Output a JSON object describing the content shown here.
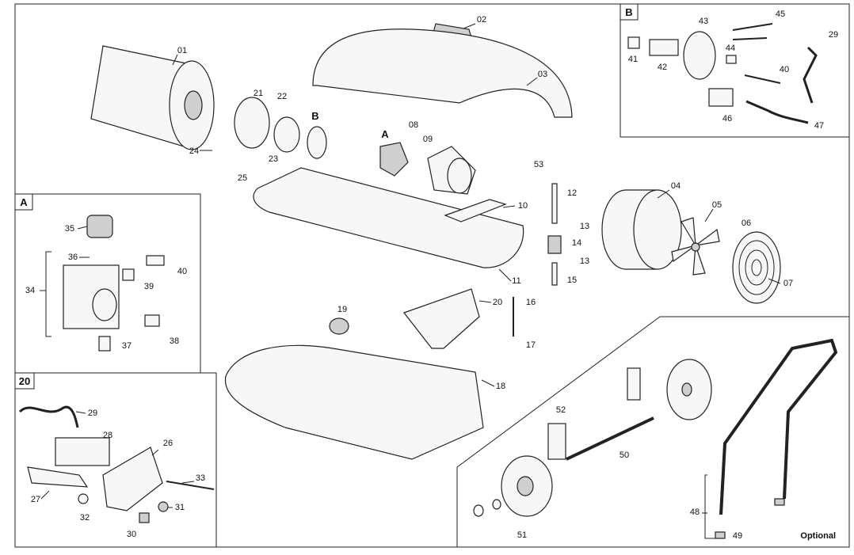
{
  "boxes": {
    "a": "A",
    "b": "B",
    "c": "20"
  },
  "optional_label": "Optional",
  "parts": {
    "p01": "01",
    "p02": "02",
    "p03": "03",
    "p04": "04",
    "p05": "05",
    "p06": "06",
    "p07": "07",
    "p08": "08",
    "p09": "09",
    "p10": "10",
    "p11": "11",
    "p12": "12",
    "p13a": "13",
    "p13b": "13",
    "p14": "14",
    "p15": "15",
    "p16": "16",
    "p17": "17",
    "p18": "18",
    "p19": "19",
    "p20": "20",
    "p21": "21",
    "p22": "22",
    "p23": "23",
    "p24": "24",
    "p25": "25",
    "p26": "26",
    "p27": "27",
    "p28": "28",
    "p29a": "29",
    "p29b": "29",
    "p30": "30",
    "p31": "31",
    "p32": "32",
    "p33": "33",
    "p34": "34",
    "p35": "35",
    "p36": "36",
    "p37": "37",
    "p38": "38",
    "p39": "39",
    "p40a": "40",
    "p40b": "40",
    "p41": "41",
    "p42": "42",
    "p43": "43",
    "p44": "44",
    "p45": "45",
    "p46": "46",
    "p47": "47",
    "p48": "48",
    "p49": "49",
    "p50": "50",
    "p51": "51",
    "p52": "52",
    "p53": "53",
    "tagA": "A",
    "tagB": "B"
  }
}
